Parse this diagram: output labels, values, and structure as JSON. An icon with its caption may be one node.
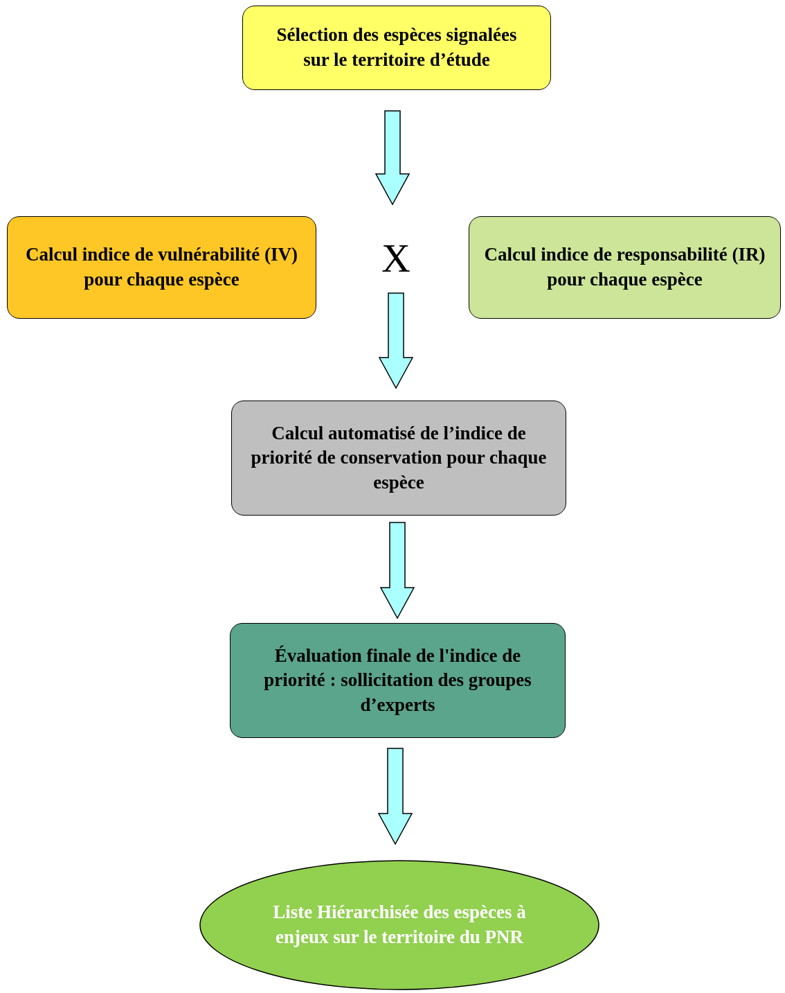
{
  "diagram": {
    "nodes": [
      {
        "text": [
          "Sélection des espèces signalées sur le territoire d’étude"
        ]
      },
      {
        "text": [
          "Calcul indice de vulnérabilité (IV) pour chaque espèce"
        ]
      },
      {
        "text": [
          "X"
        ]
      },
      {
        "text": [
          "Calcul indice de responsabilité (IR) pour chaque espèce"
        ]
      },
      {
        "text": [
          "Calcul automatisé de l’indice de priorité de conservation pour chaque espèce"
        ]
      },
      {
        "text": [
          "Évaluation finale de l'indice de priorité : sollicitation des groupes d’experts"
        ]
      },
      {
        "text": [
          "Liste Hiérarchisée des espèces à enjeux sur le territoire du PNR"
        ]
      }
    ],
    "edges": [
      {
        "from": 0,
        "to": 2,
        "arrow": "to"
      },
      {
        "from": 2,
        "to": 4,
        "arrow": "to"
      },
      {
        "from": 4,
        "to": 5,
        "arrow": "to"
      },
      {
        "from": 5,
        "to": 6,
        "arrow": "to"
      }
    ]
  }
}
